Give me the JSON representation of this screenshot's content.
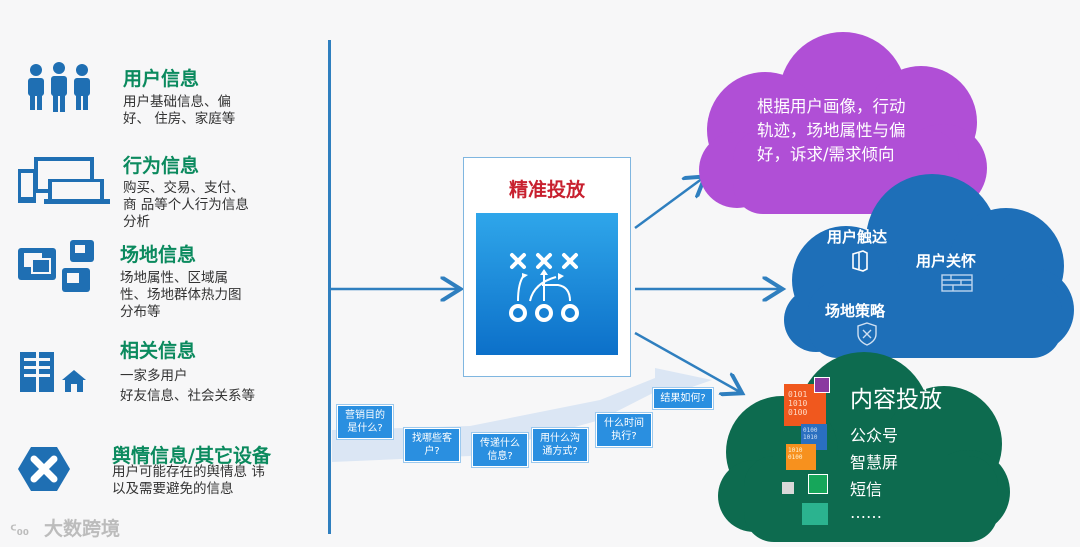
{
  "categories": [
    {
      "title": "用户信息",
      "desc": [
        "用户基础信息、偏",
        "好、 住房、家庭等"
      ]
    },
    {
      "title": "行为信息",
      "desc": [
        "购买、交易、支付、",
        "商 品等个人行为信息",
        "分析"
      ]
    },
    {
      "title": "场地信息",
      "desc": [
        "场地属性、区域属",
        "性、场地群体热力图",
        "分布等"
      ]
    },
    {
      "title": "相关信息",
      "desc": [
        "一家多用户",
        "好友信息、社会关系等"
      ]
    },
    {
      "title": "舆情信息/其它设备",
      "desc": [
        "用户可能存在的舆情息 讳",
        "以及需要避免的信息"
      ]
    }
  ],
  "center": {
    "title": "精准投放"
  },
  "steps": [
    [
      "营销目的",
      "是什么?"
    ],
    [
      "找哪些客",
      "户?"
    ],
    [
      "传递什么",
      "信息?"
    ],
    [
      "用什么沟",
      "通方式?"
    ],
    [
      "什么时间",
      "执行?"
    ],
    [
      "结果如何?"
    ]
  ],
  "clouds": {
    "purple": {
      "lines": [
        "根据用户画像，行动",
        "轨迹，场地属性与偏",
        "好，诉求/需求倾向"
      ],
      "color": "#b04fd6"
    },
    "blue": {
      "items": [
        "用户触达",
        "用户关怀",
        "场地策略"
      ],
      "color": "#1e6fb8"
    },
    "green": {
      "title": "内容投放",
      "items": [
        "公众号",
        "智慧屏",
        "短信",
        "……"
      ],
      "color": "#0d6b4f"
    }
  },
  "tiles": [
    "0101",
    "1010",
    "0100"
  ],
  "watermark": "大数跨境",
  "colors": {
    "accent_green": "#0b8a5e",
    "accent_blue": "#2f7fbf",
    "title_red": "#c8202f"
  }
}
